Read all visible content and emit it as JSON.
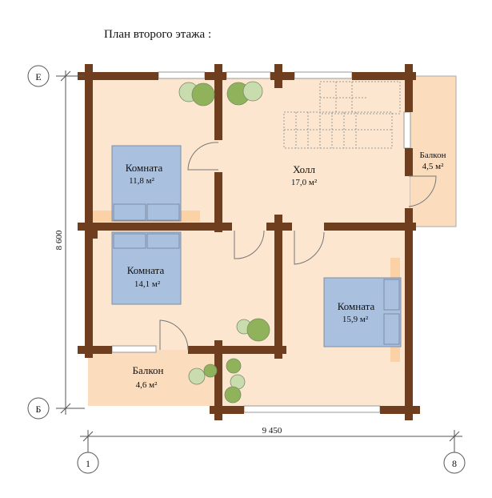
{
  "title": "План второго этажа :",
  "colors": {
    "wall": "#6f3e1f",
    "floor": "#fde6cf",
    "balcony": "#fbdcbd",
    "bed": "#a9c1df",
    "bed_edge": "#7d8da6",
    "tree_dark": "#8fb25a",
    "tree_light": "#c9dcae"
  },
  "rooms": [
    {
      "name": "Комната",
      "area": "11,8 м²"
    },
    {
      "name": "Комната",
      "area": "14,1 м²"
    },
    {
      "name": "Холл",
      "area": "17,0 м²"
    },
    {
      "name": "Комната",
      "area": "15,9 м²"
    },
    {
      "name": "Балкон",
      "area": "4,5 м²"
    },
    {
      "name": "Балкон",
      "area": "4,6 м²"
    }
  ],
  "dimensions": {
    "height": "8 600",
    "width": "9 450"
  },
  "axes": {
    "top": "Е",
    "bottom": "Б",
    "left": "1",
    "right": "8"
  }
}
